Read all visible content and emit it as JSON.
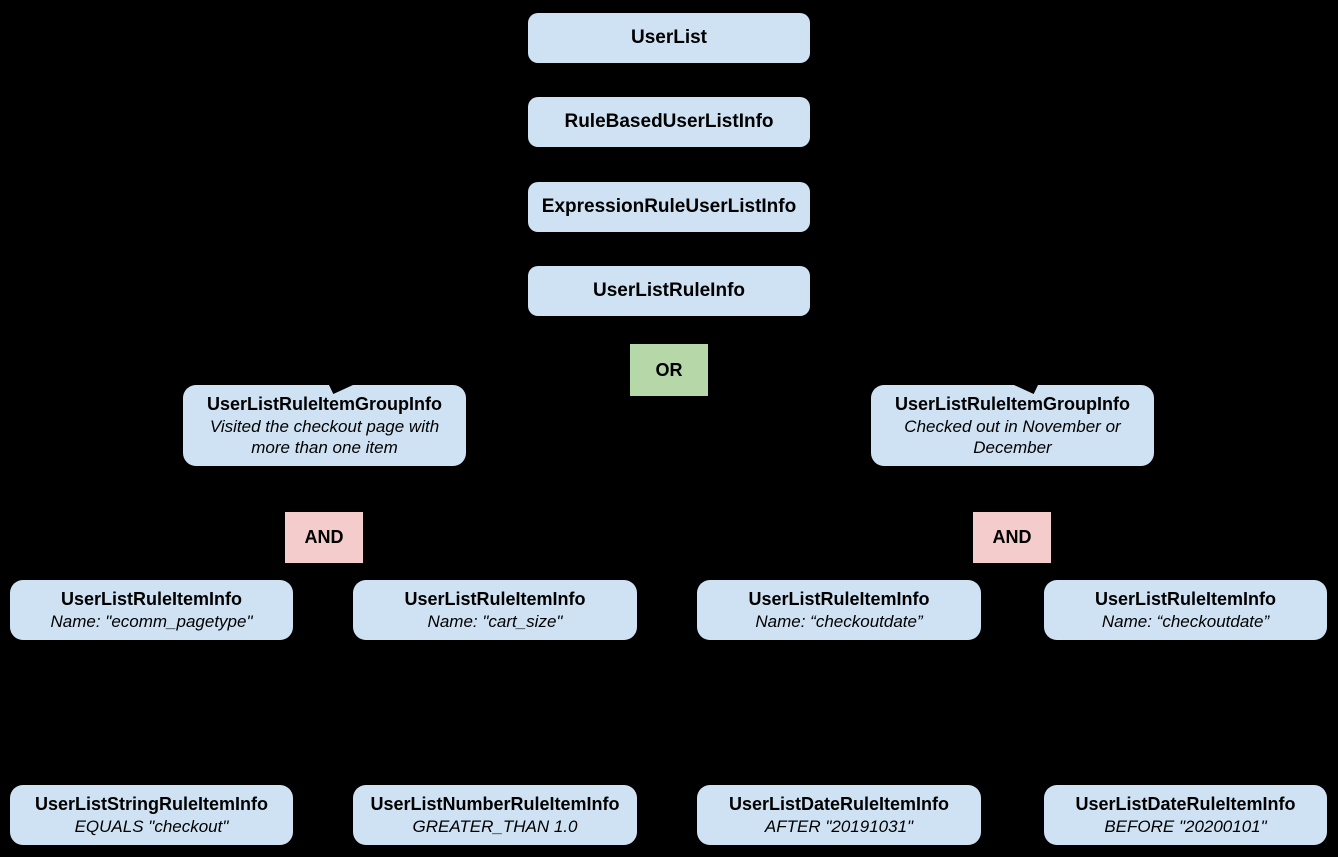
{
  "colors": {
    "background": "#000000",
    "node_fill": "#cfe2f3",
    "or_fill": "#b6d7a8",
    "and_fill": "#f4cccc",
    "text": "#000000"
  },
  "chain": [
    {
      "label": "UserList"
    },
    {
      "label": "RuleBasedUserListInfo"
    },
    {
      "label": "ExpressionRuleUserListInfo"
    },
    {
      "label": "UserListRuleInfo"
    }
  ],
  "operators": {
    "or_label": "OR",
    "and_left_label": "AND",
    "and_right_label": "AND"
  },
  "groups": {
    "left": {
      "title": "UserListRuleItemGroupInfo",
      "subtitle": "Visited the checkout page with more than one item"
    },
    "right": {
      "title": "UserListRuleItemGroupInfo",
      "subtitle": "Checked out in November or December"
    }
  },
  "rule_items": [
    {
      "title": "UserListRuleItemInfo",
      "subtitle": "Name: \"ecomm_pagetype\""
    },
    {
      "title": "UserListRuleItemInfo",
      "subtitle": "Name: \"cart_size\""
    },
    {
      "title": "UserListRuleItemInfo",
      "subtitle": "Name: “checkoutdate”"
    },
    {
      "title": "UserListRuleItemInfo",
      "subtitle": "Name: “checkoutdate”"
    }
  ],
  "leaf_items": [
    {
      "title": "UserListStringRuleItemInfo",
      "subtitle": "EQUALS \"checkout\""
    },
    {
      "title": "UserListNumberRuleItemInfo",
      "subtitle": "GREATER_THAN 1.0"
    },
    {
      "title": "UserListDateRuleItemInfo",
      "subtitle": "AFTER \"20191031\""
    },
    {
      "title": "UserListDateRuleItemInfo",
      "subtitle": "BEFORE \"20200101\""
    }
  ]
}
